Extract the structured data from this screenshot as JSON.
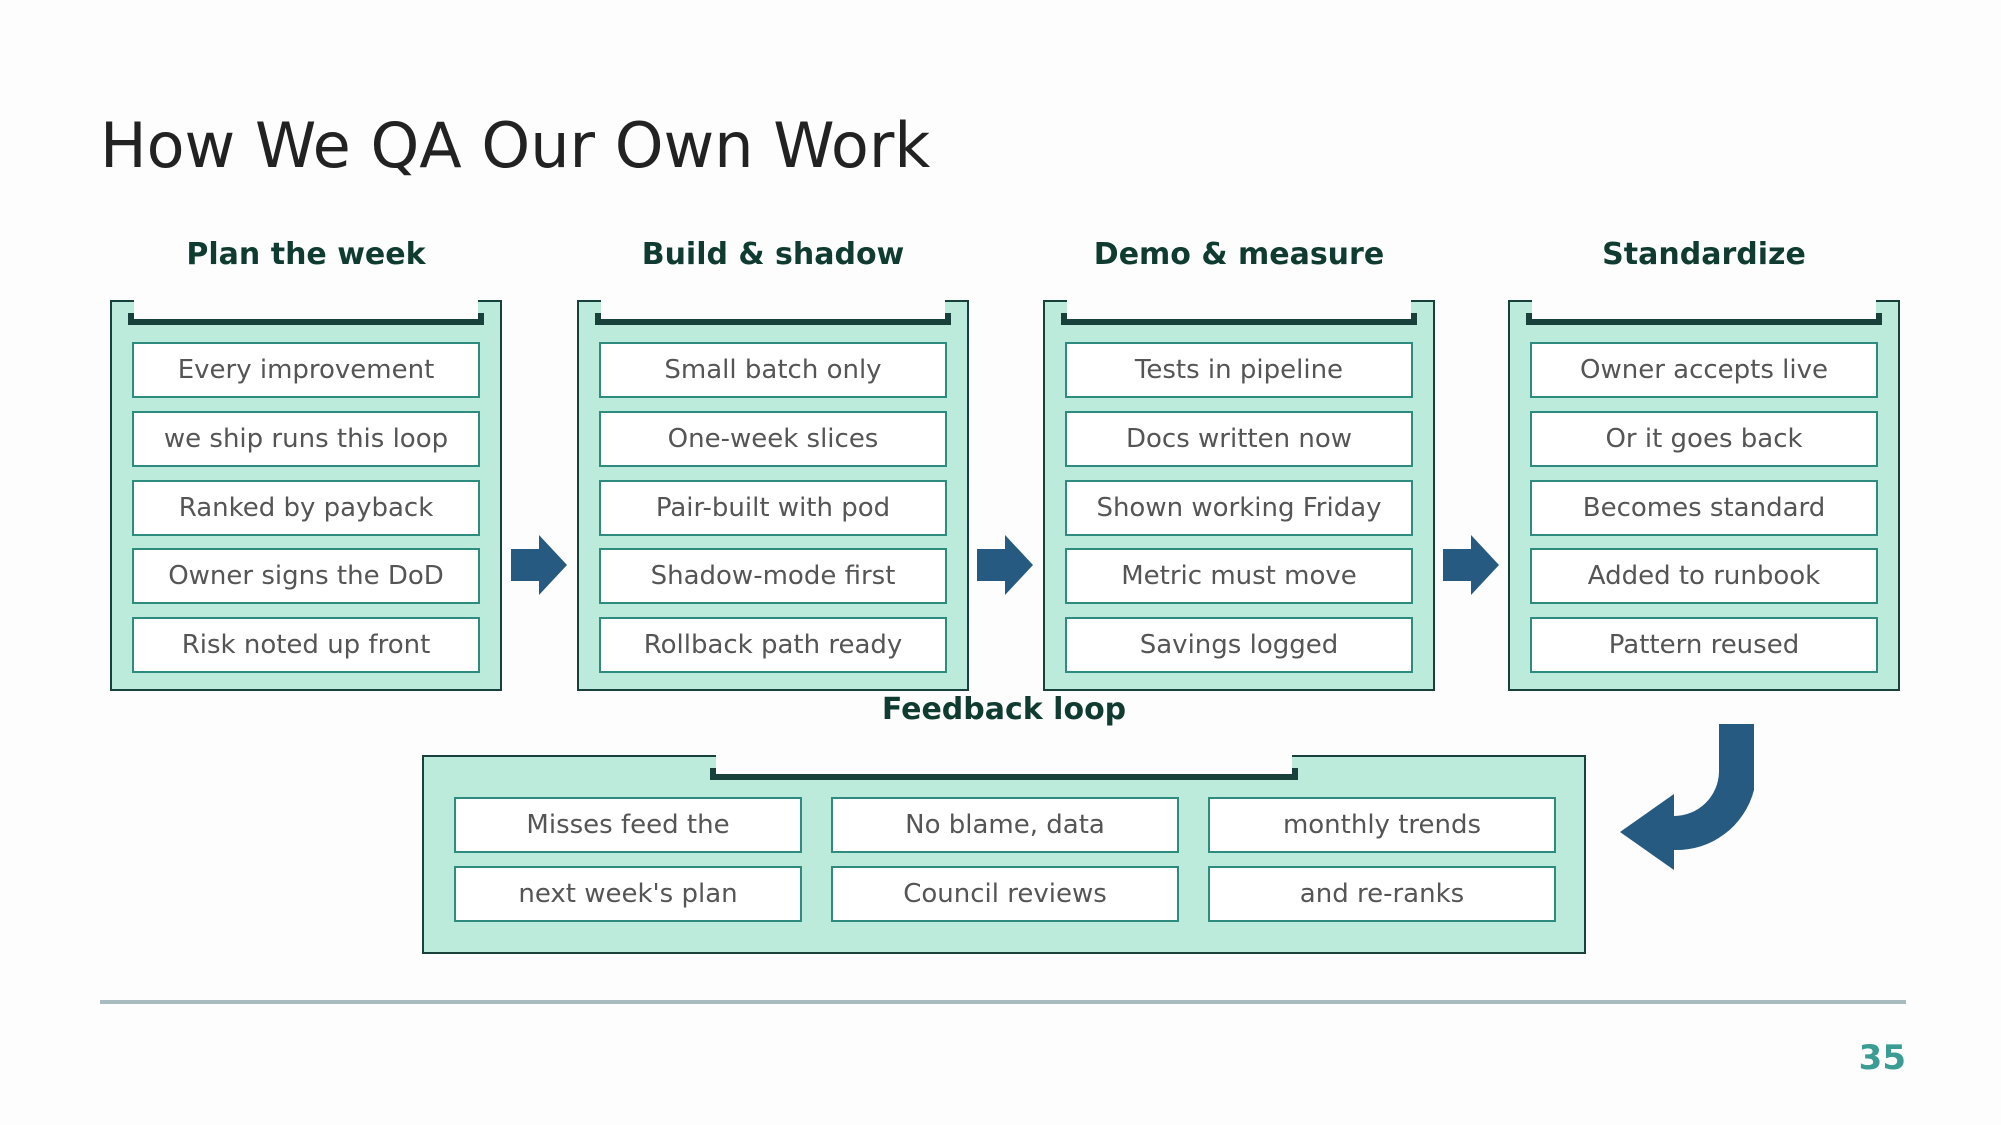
{
  "slide": {
    "title": "How We QA Our Own Work",
    "page_number": "35"
  },
  "stages": [
    {
      "title": "Plan the week",
      "items": [
        "Every improvement",
        "we ship runs this loop",
        "Ranked by payback",
        "Owner signs the DoD",
        "Risk noted up front"
      ]
    },
    {
      "title": "Build & shadow",
      "items": [
        "Small batch only",
        "One-week slices",
        "Pair-built with pod",
        "Shadow-mode first",
        "Rollback path ready"
      ]
    },
    {
      "title": "Demo & measure",
      "items": [
        "Tests in pipeline",
        "Docs written now",
        "Shown working Friday",
        "Metric must move",
        "Savings logged"
      ]
    },
    {
      "title": "Standardize",
      "items": [
        "Owner accepts live",
        "Or it goes back",
        "Becomes standard",
        "Added to runbook",
        "Pattern reused"
      ]
    }
  ],
  "feedback": {
    "title": "Feedback loop",
    "rows": [
      [
        "Misses feed the",
        "No blame, data",
        "monthly trends"
      ],
      [
        "next week's plan",
        "Council reviews",
        "and re-ranks"
      ]
    ]
  },
  "colors": {
    "panel_fill": "#bdebdb",
    "panel_border": "#17413a",
    "item_border": "#2e8c7e",
    "arrow": "#265a80",
    "page_number": "#3a9c92"
  },
  "icons": [
    "arrow-right-icon",
    "return-arrow-icon"
  ]
}
